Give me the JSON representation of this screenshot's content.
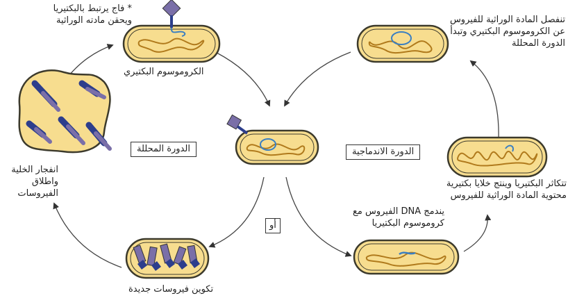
{
  "labels": {
    "phage_attach": "* فاج يرتبط بالبكتيريا ويحقن مادته الوراثية",
    "bacterial_chromosome": "الكروموسوم البكتيري",
    "phage_dna_separates": "تنفصل المادة الوراثية للفيروس عن الكروموسوم البكتيري وتبدأ الدورة المحللة",
    "lytic_cycle": "الدورة المحللة",
    "lysogenic_cycle": "الدورة الاندماجية",
    "cell_burst": "انفجار الخلية واطلاق الفيروسات",
    "bacteria_reproduce": "تتكاثر البكتيريا وينتج خلايا بكتيرية محتوية المادة الوراثية للفيروس",
    "or": "أو",
    "dna_integrates": "يندمج DNA الفيروس مع كروموسوم البكتيريا",
    "new_viruses_form": "تكوين فيروسات جديدة"
  },
  "colors": {
    "cell_fill": "#f7dd8f",
    "cell_outline": "#3c3a2c",
    "chromosome": "#b07a1c",
    "viral_dna": "#3a7fc2",
    "phage_head": "#7a6fa8",
    "phage_dark": "#2d3e8c",
    "arrow": "#333333"
  }
}
